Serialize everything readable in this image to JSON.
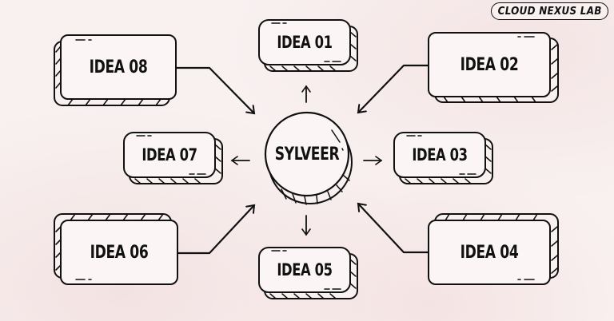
{
  "brand": {
    "label": "CLOUD NEXUS LAB"
  },
  "center": {
    "label": "SYLVEER"
  },
  "ideas": [
    {
      "id": "01",
      "label": "IDEA 01"
    },
    {
      "id": "02",
      "label": "IDEA 02"
    },
    {
      "id": "03",
      "label": "IDEA 03"
    },
    {
      "id": "04",
      "label": "IDEA 04"
    },
    {
      "id": "05",
      "label": "IDEA 05"
    },
    {
      "id": "06",
      "label": "IDEA 06"
    },
    {
      "id": "07",
      "label": "IDEA 07"
    },
    {
      "id": "08",
      "label": "IDEA 08"
    }
  ],
  "colors": {
    "ink": "#111111",
    "background": "#f8f1f0",
    "box_fill": "#fbf6f5"
  }
}
